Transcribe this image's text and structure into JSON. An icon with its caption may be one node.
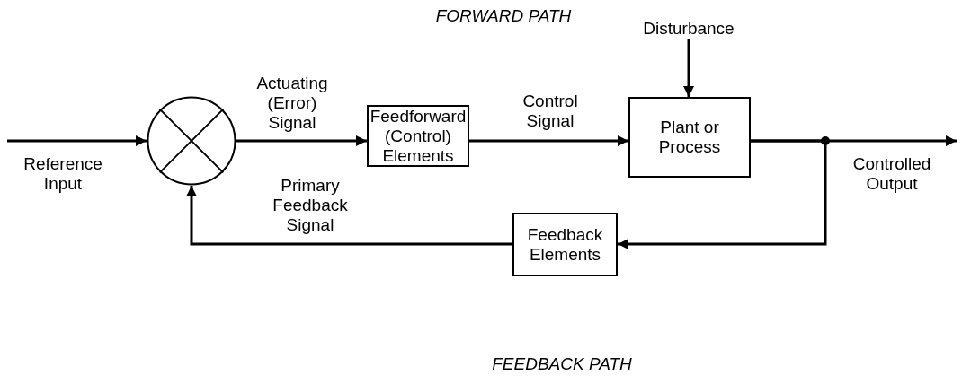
{
  "diagram": {
    "nodes": [
      {
        "text": [],
        "shape": "circle"
      },
      {
        "text": [
          "Feedforward (Control) Elements"
        ]
      },
      {
        "text": [
          "Plant or Process"
        ]
      },
      {
        "text": [
          "Feedback Elements"
        ]
      },
      {
        "text": [
          "Disturbance"
        ]
      }
    ],
    "edges": [
      {
        "from": null,
        "to": 0,
        "arrow": "to",
        "label": "Reference Input"
      },
      {
        "from": 0,
        "to": 1,
        "arrow": "to",
        "label": "Actuating (Error) Signal"
      },
      {
        "from": 1,
        "to": 2,
        "arrow": "to",
        "label": "Control Signal"
      },
      {
        "from": 2,
        "to": null,
        "arrow": "to",
        "label": "Controlled Output"
      },
      {
        "from": 2,
        "to": 3,
        "arrow": "to"
      },
      {
        "from": 3,
        "to": 0,
        "arrow": "to",
        "label": "Primary Feedback Signal"
      },
      {
        "from": 4,
        "to": 2,
        "arrow": "to"
      }
    ],
    "labels": [
      "FORWARD PATH",
      "FEEDBACK PATH"
    ]
  }
}
